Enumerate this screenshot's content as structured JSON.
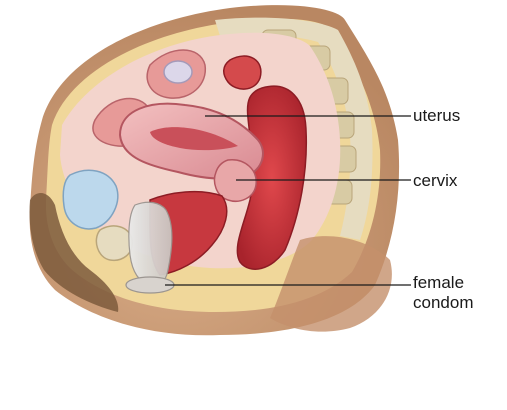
{
  "labels": {
    "uterus": "uterus",
    "cervix": "cervix",
    "female_condom_line1": "female",
    "female_condom_line2": "condom"
  },
  "colors": {
    "skin": "#c99a76",
    "fat": "#f0d79a",
    "uterus": "#e8a2a8",
    "muscle": "#c8323a",
    "bone": "#e6dcc0",
    "bladder": "#bcd8ec",
    "leader_line": "#1a1a1a"
  }
}
